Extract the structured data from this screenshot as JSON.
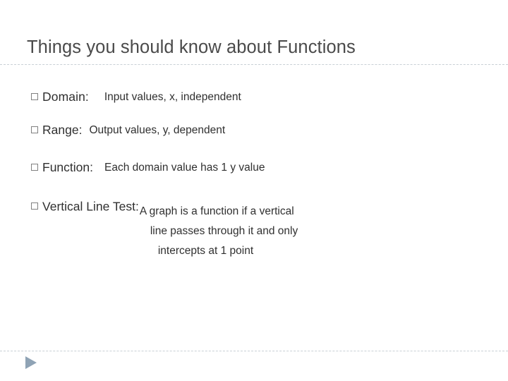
{
  "slide": {
    "title": "Things you should know about Functions",
    "bullets": [
      {
        "lead": "Domain:",
        "detail": "Input values, x, independent"
      },
      {
        "lead": "Range:",
        "detail": "Output values, y, dependent"
      },
      {
        "lead": "Function:",
        "detail": "Each domain value has 1 y value"
      },
      {
        "lead": "Vertical Line Test:",
        "detail_line1": "A graph is a function if a vertical",
        "detail_line2": "line passes through it and only",
        "detail_line3": "intercepts at 1 point"
      }
    ],
    "nav_icon": "play-triangle-icon",
    "accent_color": "#8fa3b5",
    "rule_color": "#c9d0d6",
    "title_color": "#4a4a4a"
  }
}
